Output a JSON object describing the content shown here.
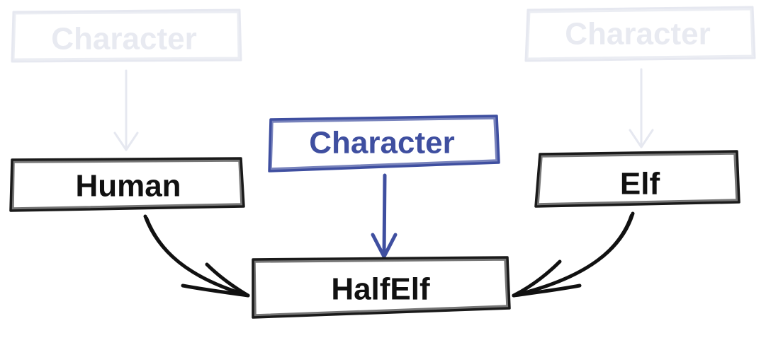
{
  "diagram": {
    "faded_left_parent": {
      "label": "Character"
    },
    "faded_right_parent": {
      "label": "Character"
    },
    "center_parent": {
      "label": "Character"
    },
    "human": {
      "label": "Human"
    },
    "elf": {
      "label": "Elf"
    },
    "halfelf": {
      "label": "HalfElf"
    }
  },
  "colors": {
    "faded": "#e6e8f0",
    "faded_text": "#e8eaf1",
    "accent_blue": "#3f4fa0",
    "ink": "#111111"
  }
}
